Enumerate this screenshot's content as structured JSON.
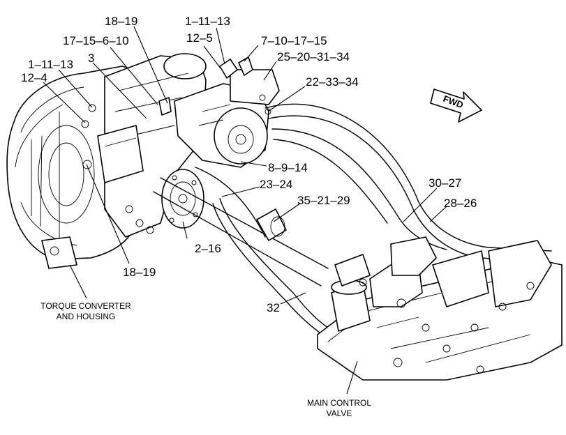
{
  "callouts": {
    "c_18_19_top": "18–19",
    "c_1_11_13_top": "1–11–13",
    "c_12_5": "12–5",
    "c_17_15_6_10": "17–15–6–10",
    "c_7_10_17_15": "7–10–17–15",
    "c_25_20_31_34": "25–20–31–34",
    "c_3": "3",
    "c_1_11_13_left": "1–11–13",
    "c_12_4": "12–4",
    "c_22_33_34": "22–33–34",
    "c_8_9_14": "8–9–14",
    "c_30_27": "30–27",
    "c_23_24": "23–24",
    "c_35_21_29": "35–21–29",
    "c_28_26": "28–26",
    "c_2_16": "2–16",
    "c_18_19_bottom": "18–19",
    "c_32": "32"
  },
  "captions": {
    "torque_line1": "TORQUE CONVERTER",
    "torque_line2": "AND HOUSING",
    "valve_line1": "MAIN CONTROL",
    "valve_line2": "VALVE"
  },
  "fwd_label": "FWD"
}
